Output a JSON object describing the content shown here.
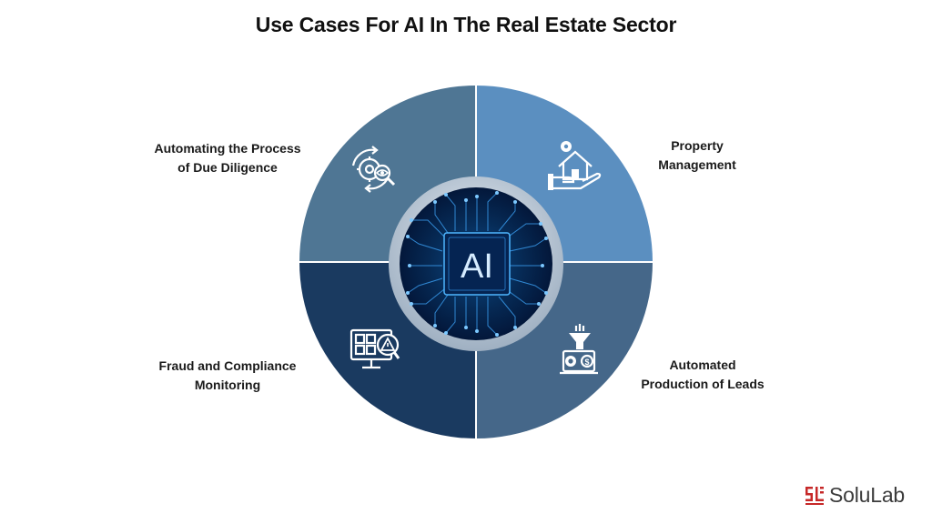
{
  "title": "Use Cases For AI In The Real Estate Sector",
  "center": {
    "label": "AI"
  },
  "quadrants": [
    {
      "position": "top-left",
      "lines": [
        "Automating the Process",
        "of Due Diligence"
      ],
      "icon": "gear-eye-search-icon",
      "color": "#4f7694"
    },
    {
      "position": "top-right",
      "lines": [
        "Property",
        "Management"
      ],
      "icon": "house-in-hand-icon",
      "color": "#5b8fc0"
    },
    {
      "position": "bottom-left",
      "lines": [
        "Fraud and Compliance",
        "Monitoring"
      ],
      "icon": "monitor-warning-icon",
      "color": "#1a3a60"
    },
    {
      "position": "bottom-right",
      "lines": [
        "Automated",
        "Production of Leads"
      ],
      "icon": "funnel-laptop-icon",
      "color": "#456789"
    }
  ],
  "brand": {
    "name": "SoluLab",
    "accent": "#c62828"
  }
}
